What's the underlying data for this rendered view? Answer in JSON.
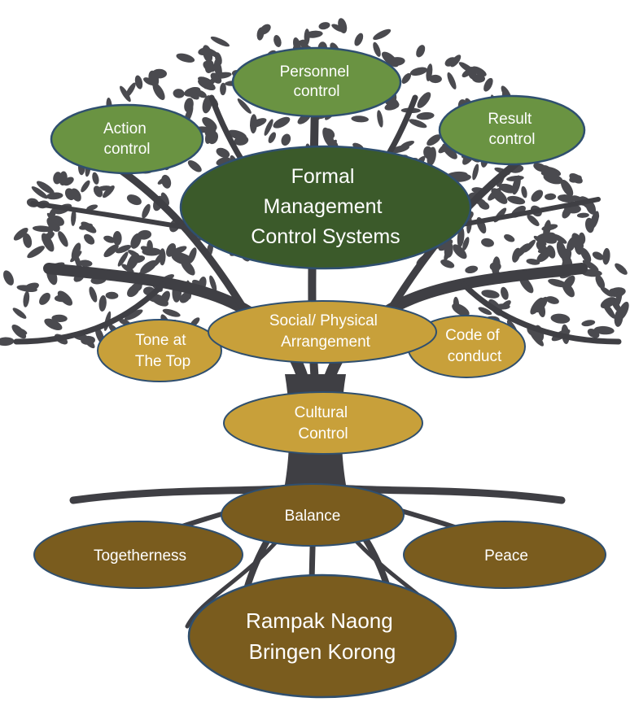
{
  "nodes": {
    "personnel": {
      "lines": [
        "Personnel",
        "control"
      ]
    },
    "action": {
      "lines": [
        "Action",
        "control"
      ]
    },
    "result": {
      "lines": [
        "Result",
        "control"
      ]
    },
    "formal": {
      "lines": [
        "Formal",
        "Management",
        "Control Systems"
      ]
    },
    "social": {
      "lines": [
        "Social/ Physical",
        "Arrangement"
      ]
    },
    "tone": {
      "lines": [
        "Tone at",
        "The Top"
      ]
    },
    "code": {
      "lines": [
        "Code of",
        "conduct"
      ]
    },
    "cultural": {
      "lines": [
        "Cultural",
        "Control"
      ]
    },
    "balance": {
      "lines": [
        "Balance"
      ]
    },
    "togetherness": {
      "lines": [
        "Togetherness"
      ]
    },
    "peace": {
      "lines": [
        "Peace"
      ]
    },
    "rampak": {
      "lines": [
        "Rampak Naong",
        "Bringen Korong"
      ]
    }
  },
  "colors": {
    "leaf": "#4a4a4f",
    "trunk": "#3f3f44",
    "green_light": "#6a9342",
    "green_dark": "#3b5a2a",
    "gold": "#c8a03a",
    "brown": "#7a5c1e",
    "outline": "#2f4f6f",
    "text": "#ffffff"
  }
}
